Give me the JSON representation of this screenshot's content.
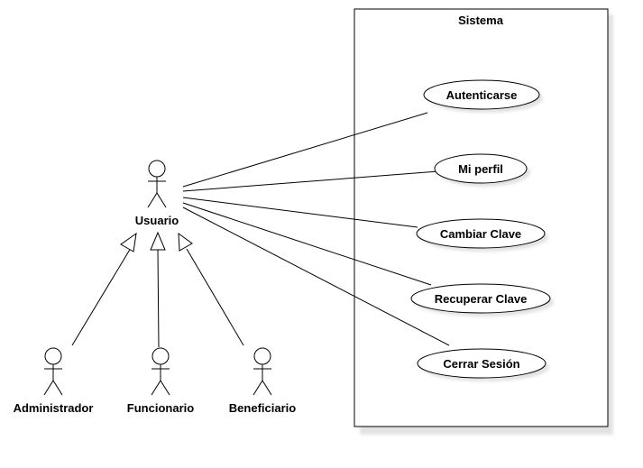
{
  "system": {
    "title": "Sistema"
  },
  "actors": {
    "usuario": "Usuario",
    "administrador": "Administrador",
    "funcionario": "Funcionario",
    "beneficiario": "Beneficiario"
  },
  "use_cases": {
    "autenticarse": "Autenticarse",
    "mi_perfil": "Mi perfil",
    "cambiar_clave": "Cambiar Clave",
    "recuperar_clave": "Recuperar Clave",
    "cerrar_sesion": "Cerrar Sesión"
  },
  "colors": {
    "line": "#000000",
    "shadow": "#e2e2e2",
    "background": "#ffffff"
  }
}
